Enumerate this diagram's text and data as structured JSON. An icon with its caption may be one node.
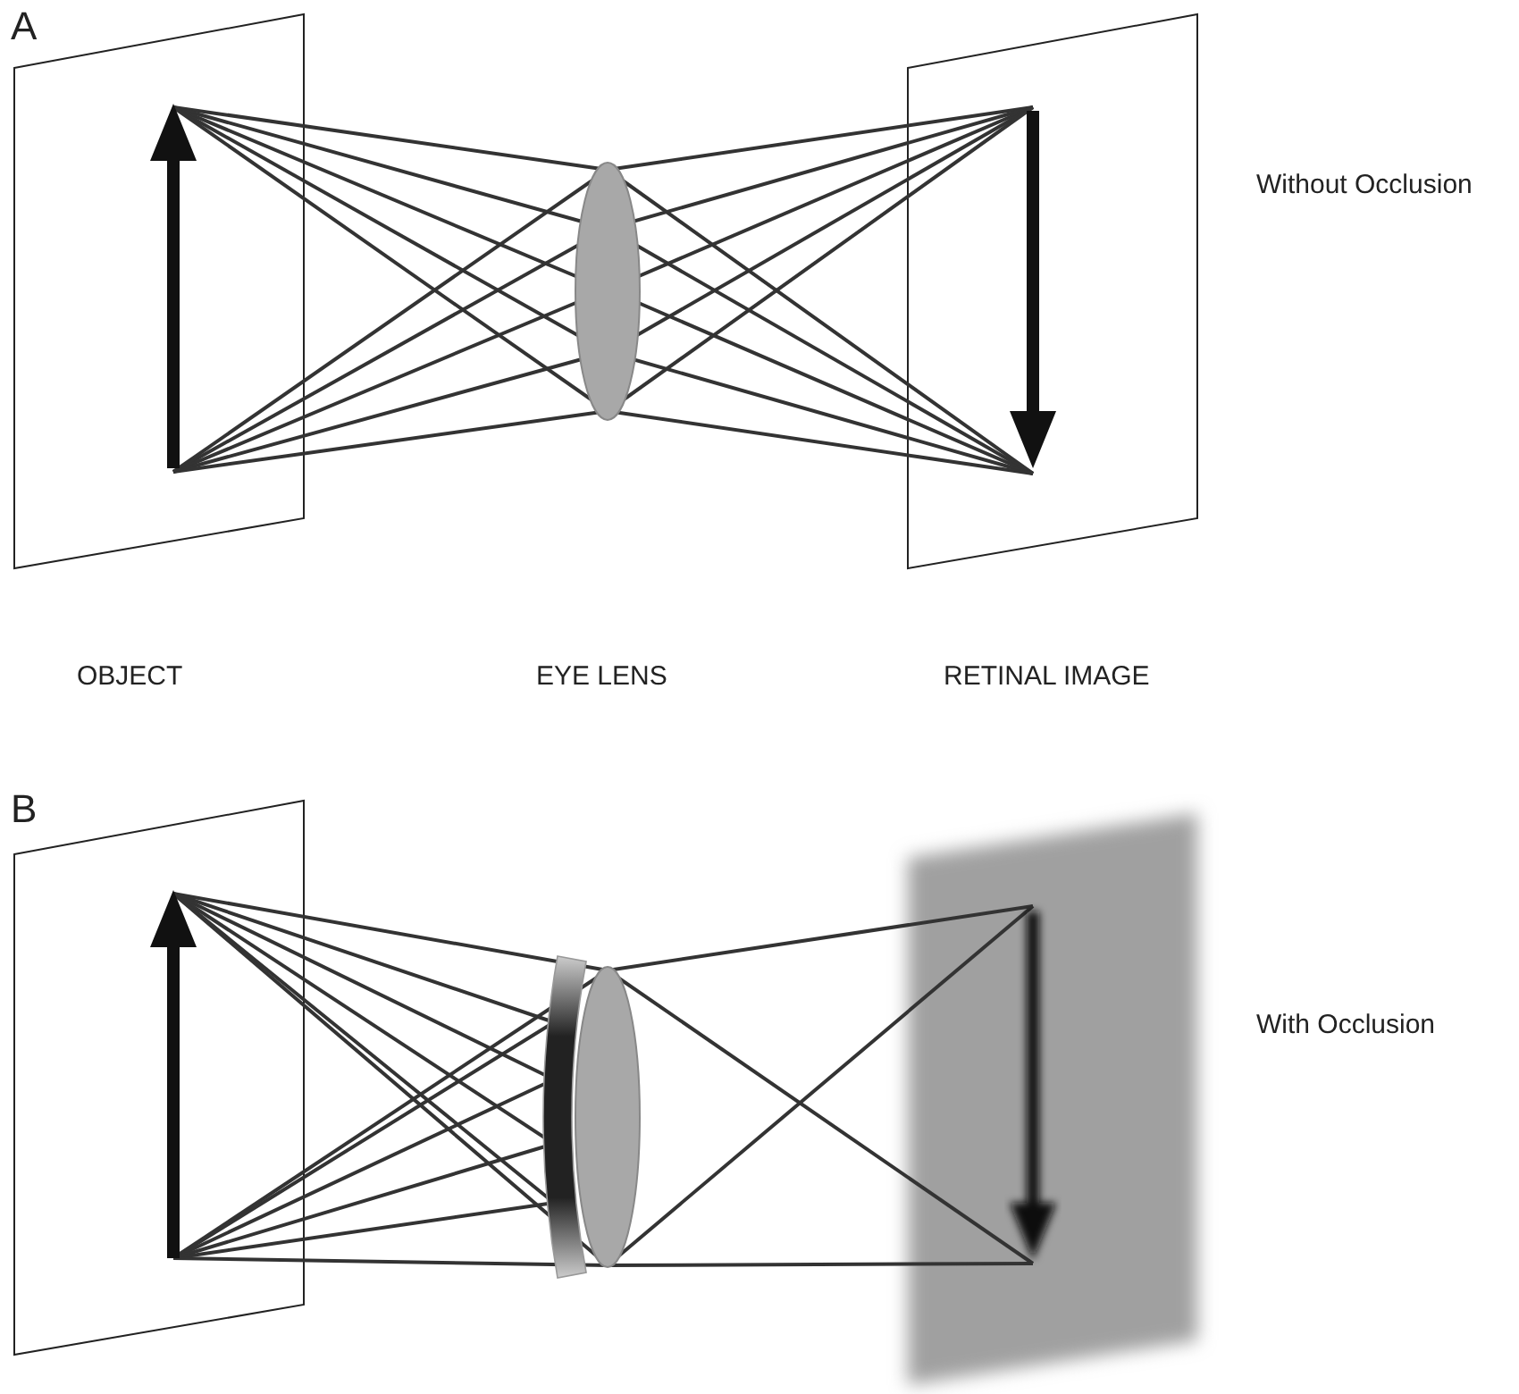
{
  "diagram": {
    "labels": [
      "A",
      "Without Occlusion",
      "OBJECT",
      "EYE LENS",
      "RETINAL IMAGE",
      "B",
      "With Occlusion"
    ]
  }
}
